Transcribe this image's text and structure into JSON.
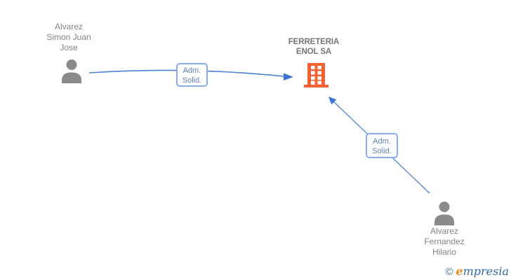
{
  "diagram": {
    "type": "corporate-relationship-graph",
    "colors": {
      "edge_blue": "#4E82D8",
      "arrowhead_blue": "#3C74D6",
      "label_border": "#8AACE8",
      "label_text": "#5E82B8",
      "person_icon_gray": "#8A8A8A",
      "person_name_gray": "#838383",
      "company_name_gray": "#767676",
      "building_orange": "#F66035",
      "logo_blue": "#2C6DA6",
      "logo_orange": "#F0871C"
    },
    "nodes": {
      "person1": {
        "name_lines": [
          "Alvarez",
          "Simon Juan",
          "Jose"
        ],
        "icon": "person-icon"
      },
      "company": {
        "name_lines": [
          "FERRETERIA",
          "ENOL SA"
        ],
        "icon": "building-icon"
      },
      "person2": {
        "name_lines": [
          "Alvarez",
          "Fernandez",
          "Hilario"
        ],
        "icon": "person-icon"
      }
    },
    "edges": [
      {
        "from": "person1",
        "to": "company",
        "label_lines": [
          "Adm.",
          "Solid."
        ]
      },
      {
        "from": "person2",
        "to": "company",
        "label_lines": [
          "Adm.",
          "Solid."
        ]
      }
    ],
    "logo": {
      "copyright": "©",
      "brand_first_letter": "e",
      "brand_rest": "mpresia"
    }
  }
}
